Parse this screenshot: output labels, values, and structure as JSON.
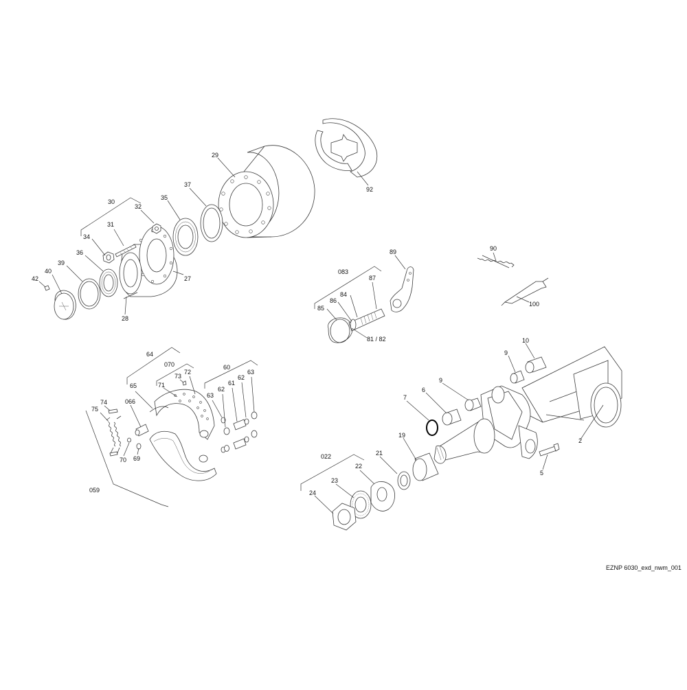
{
  "drawing": {
    "id_text": "EZNP 6030_exd_nwm_001"
  },
  "callouts": {
    "c2": "2",
    "c5": "5",
    "c6": "6",
    "c7": "7",
    "c9a": "9",
    "c9b": "9",
    "c10": "10",
    "c19": "19",
    "c21": "21",
    "c22": "22",
    "c23": "23",
    "c24": "24",
    "c27": "27",
    "c28": "28",
    "c29": "29",
    "c30": "30",
    "c31": "31",
    "c32": "32",
    "c34": "34",
    "c35": "35",
    "c36": "36",
    "c37": "37",
    "c39": "39",
    "c40": "40",
    "c42": "42",
    "c059": "059",
    "c60": "60",
    "c61": "61",
    "c62a": "62",
    "c62b": "62",
    "c63a": "63",
    "c63b": "63",
    "c64": "64",
    "c65": "65",
    "c066": "066",
    "c69": "69",
    "c70": "70",
    "c070": "070",
    "c71": "71",
    "c72": "72",
    "c73": "73",
    "c74": "74",
    "c75": "75",
    "c8182": "81 / 82",
    "c083": "083",
    "c84": "84",
    "c85": "85",
    "c86": "86",
    "c87": "87",
    "c89": "89",
    "c90": "90",
    "c92": "92",
    "c100": "100",
    "c022": "022"
  }
}
